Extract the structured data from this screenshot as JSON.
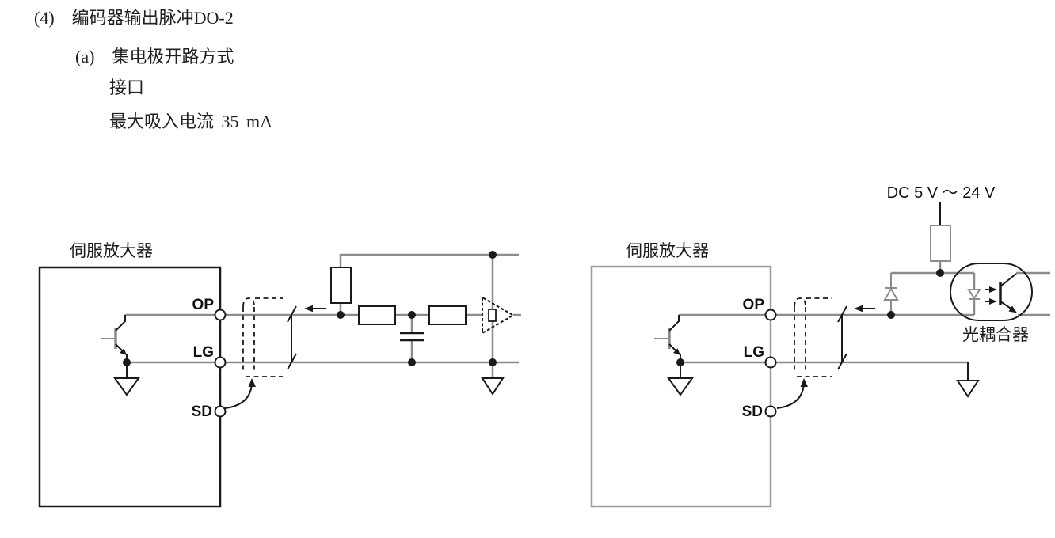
{
  "header": {
    "line1": "(4)　编码器输出脉冲DO-2",
    "line2": "(a)　集电极开路方式",
    "line3": "接口",
    "line4": "最大吸入电流 35 mA"
  },
  "left_diagram": {
    "amplifier_label": "伺服放大器",
    "terminals": {
      "op": "OP",
      "lg": "LG",
      "sd": "SD"
    }
  },
  "right_diagram": {
    "amplifier_label": "伺服放大器",
    "terminals": {
      "op": "OP",
      "lg": "LG",
      "sd": "SD"
    },
    "supply_label": "DC 5 V ～ 24 V",
    "optocoupler_label": "光耦合器"
  },
  "colors": {
    "line_black": "#1a1a1a",
    "wire_gray": "#8c8c8c",
    "background": "#ffffff"
  }
}
